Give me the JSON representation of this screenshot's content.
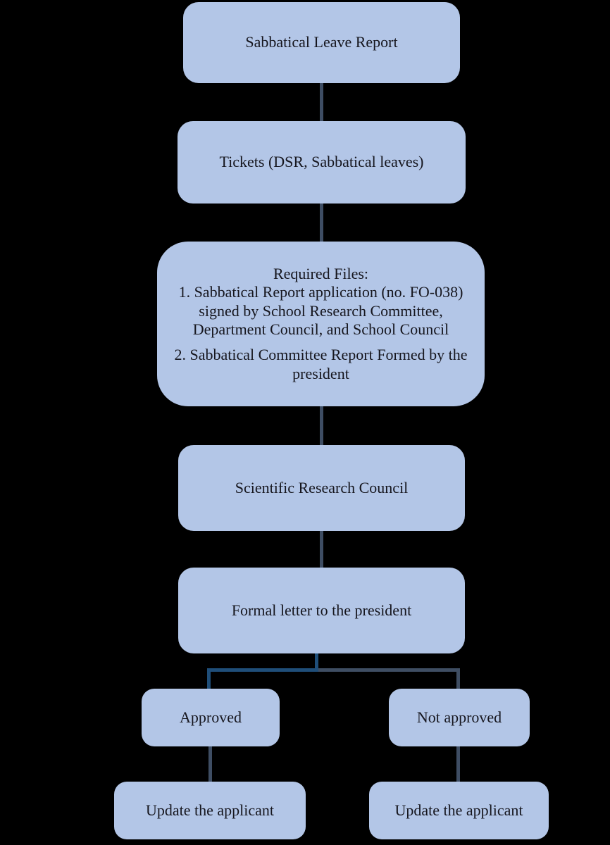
{
  "palette": {
    "background": "#000000",
    "node_fill": "#b3c6e7",
    "node_text": "#16161e",
    "connector": "#3e4d63",
    "branch_left_connector": "#1f4e79",
    "branch_right_connector": "#3f4e63"
  },
  "flowchart": {
    "nodes": {
      "report": {
        "label": "Sabbatical Leave Report"
      },
      "tickets": {
        "label": "Tickets (DSR, Sabbatical leaves)"
      },
      "required_files": {
        "lines": [
          "Required Files:",
          "1. Sabbatical Report application (no. FO-038)",
          "signed by School Research Committee,",
          "Department Council, and School Council",
          "2. Sabbatical Committee Report Formed by the",
          "president"
        ]
      },
      "scientific_research_council": {
        "label": "Scientific Research Council"
      },
      "formal_letter": {
        "label": "Formal letter to the president"
      },
      "approved": {
        "label": "Approved"
      },
      "not_approved": {
        "label": "Not approved"
      },
      "update_applicant_left": {
        "label": "Update the applicant"
      },
      "update_applicant_right": {
        "label": "Update the applicant"
      }
    }
  }
}
